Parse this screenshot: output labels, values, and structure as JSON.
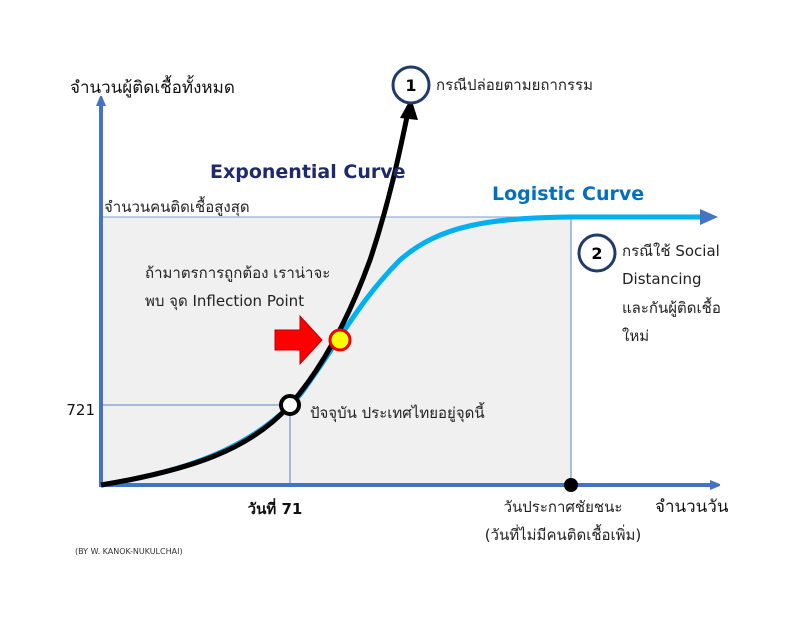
{
  "y_axis_label": "จำนวนผู้ติดเชื้อทั้งหมด",
  "x_axis_label": "จำนวนวัน",
  "max_line_label": "จำนวนคนติดเชื้อสูงสุด",
  "exponential_label": "Exponential Curve",
  "logistic_label": "Logistic Curve",
  "case1": {
    "number": "1",
    "text": "กรณีปล่อยตามยถากรรม"
  },
  "case2": {
    "number": "2",
    "lines": [
      "กรณีใช้ Social",
      "Distancing",
      "และกันผู้ติดเชื้อ",
      "ใหม่"
    ]
  },
  "inflection_text": [
    "ถ้ามาตรการถูกต้อง เราน่าจะ",
    "พบ จุด Inflection Point"
  ],
  "current_point": {
    "y_value": "721",
    "x_label": "วันที่ 71",
    "text": "ปัจจุบัน ประเทศไทยอยู่จุดนี้"
  },
  "victory_day": [
    "วันประกาศชัยชนะ",
    "(วันที่ไม่มีคนติดเชื้อเพิ่ม)"
  ],
  "credit": "(BY W. KANOK-NUKULCHAI)",
  "colors": {
    "axis": "#4472c4",
    "exponential": "#000000",
    "logistic": "#00b0f0",
    "exp_label": "#1f2a6b",
    "log_label": "#0070c0",
    "area": "#f0f0f0",
    "arrow": "#ff0000",
    "inflection": "#ffff00"
  }
}
